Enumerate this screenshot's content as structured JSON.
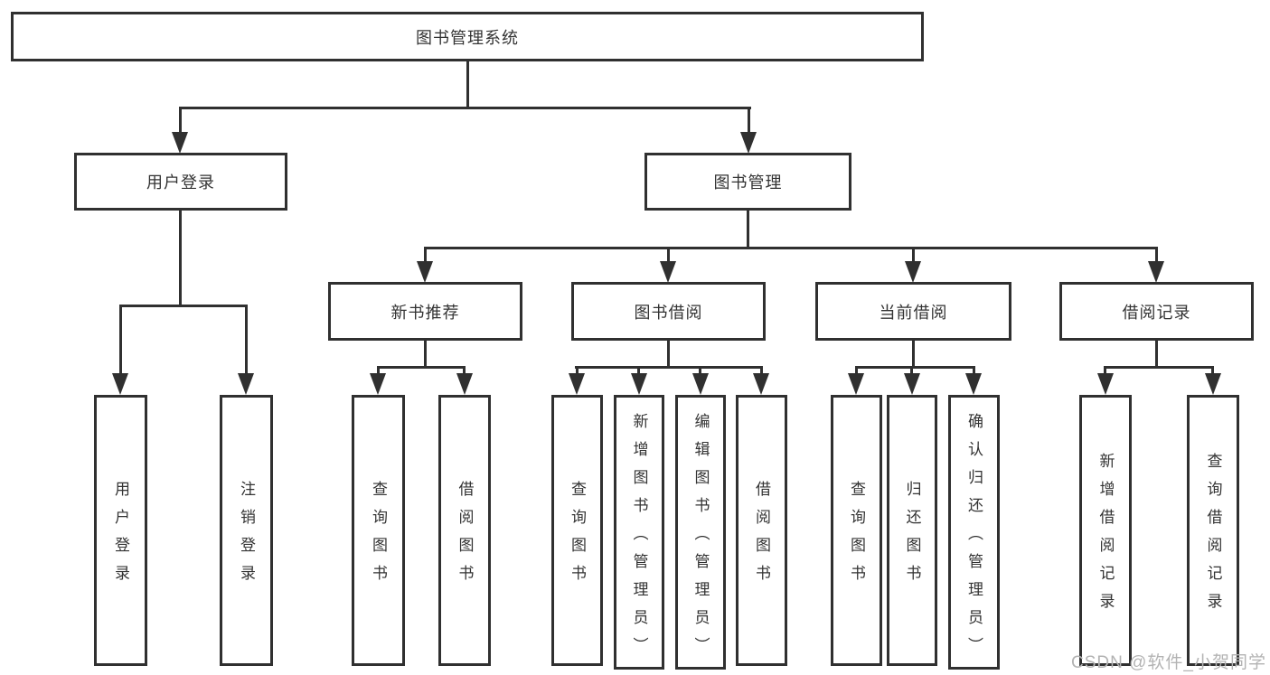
{
  "tree": {
    "label": "图书管理系统",
    "children": [
      {
        "label": "用户登录",
        "children": [
          {
            "label": "用户登录"
          },
          {
            "label": "注销登录"
          }
        ]
      },
      {
        "label": "图书管理",
        "children": [
          {
            "label": "新书推荐",
            "children": [
              {
                "label": "查询图书"
              },
              {
                "label": "借阅图书"
              }
            ]
          },
          {
            "label": "图书借阅",
            "children": [
              {
                "label": "查询图书"
              },
              {
                "label": "新增图书（管理员）"
              },
              {
                "label": "编辑图书（管理员）"
              },
              {
                "label": "借阅图书"
              }
            ]
          },
          {
            "label": "当前借阅",
            "children": [
              {
                "label": "查询图书"
              },
              {
                "label": "归还图书"
              },
              {
                "label": "确认归还（管理员）"
              }
            ]
          },
          {
            "label": "借阅记录",
            "children": [
              {
                "label": "新增借阅记录"
              },
              {
                "label": "查询借阅记录"
              }
            ]
          }
        ]
      }
    ]
  },
  "watermark": {
    "text": "CSDN @软件_小贺同学"
  },
  "colors": {
    "line": "#303030",
    "box_border": "#303030",
    "text": "#333333",
    "background": "#ffffff",
    "watermark": "#b3b3b3"
  }
}
